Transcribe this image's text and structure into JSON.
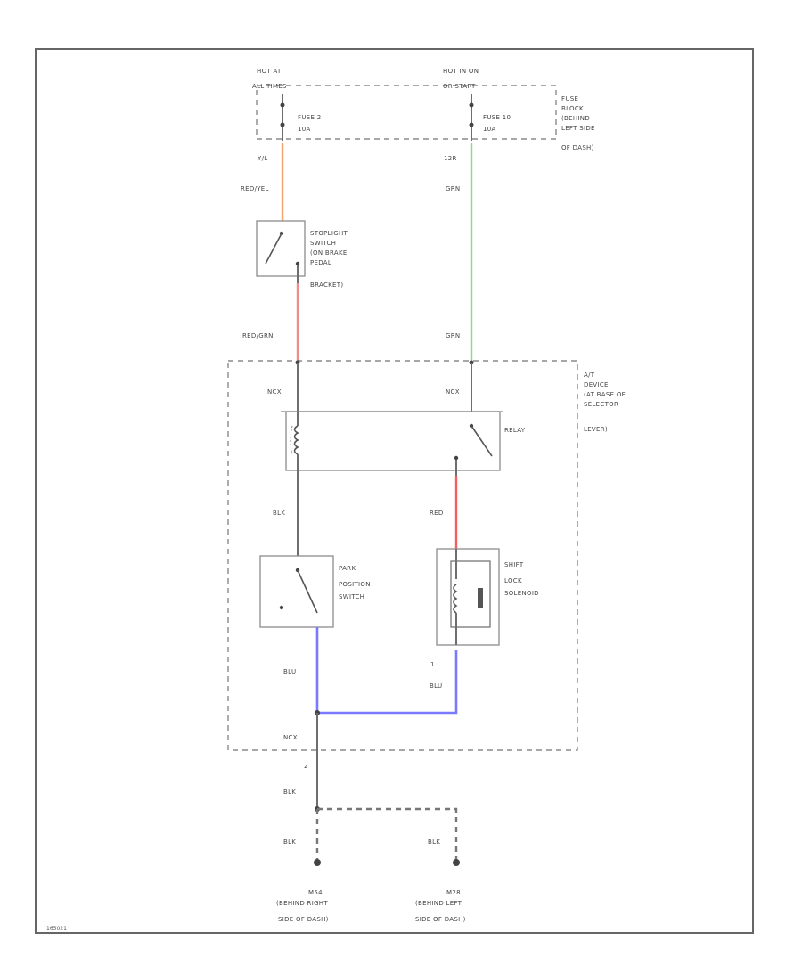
{
  "colors": {
    "red_yel": "#f4a46a",
    "red_grn": "#f28a8a",
    "grn": "#7fe27f",
    "red": "#f26060",
    "blu": "#7a7aff",
    "frame": "#666666"
  },
  "top": {
    "hot_at_left": "HOT AT",
    "hot_at_left_2": "ALL TIMES",
    "hot_at_right": "HOT IN ON",
    "hot_at_right_2": "OR START",
    "fuse_left": "FUSE 2",
    "fuse_left_amp": "10A",
    "fuse_right": "FUSE 10",
    "fuse_right_amp": "10A",
    "fuse_block": [
      "FUSE",
      "BLOCK",
      "(BEHIND",
      "LEFT SIDE",
      "OF DASH)"
    ],
    "pin_left": "Y/L",
    "pin_right": "12R"
  },
  "wires": {
    "red_yel": "RED/YEL",
    "grn_top": "GRN",
    "red_grn": "RED/GRN",
    "grn_mid": "GRN",
    "blk_relay": "BLK",
    "red_relay": "RED",
    "blu_left": "BLU",
    "blu_right": "BLU",
    "blk_bottom": "BLK",
    "blk_left": "BLK",
    "blk_right": "BLK"
  },
  "stoplight": [
    "STOPLIGHT",
    "SWITCH",
    "(ON BRAKE",
    "PEDAL",
    "BRACKET)"
  ],
  "device": [
    "A/T",
    "DEVICE",
    "(AT BASE OF",
    "SELECTOR",
    "LEVER)"
  ],
  "connectors": {
    "n_left": "NCX",
    "n_right": "NCX",
    "n_bottom": "NCX",
    "pin_shift": "1",
    "pin_bottom": "2"
  },
  "relay": "RELAY",
  "park": [
    "PARK",
    "POSITION",
    "SWITCH"
  ],
  "solenoid": [
    "SHIFT",
    "LOCK",
    "SOLENOID"
  ],
  "grounds": {
    "left_id": "M54",
    "left_loc": [
      "(BEHIND RIGHT",
      "SIDE OF DASH)"
    ],
    "right_id": "M28",
    "right_loc": [
      "(BEHIND LEFT",
      "SIDE OF DASH)"
    ]
  },
  "figure_id": "165021"
}
